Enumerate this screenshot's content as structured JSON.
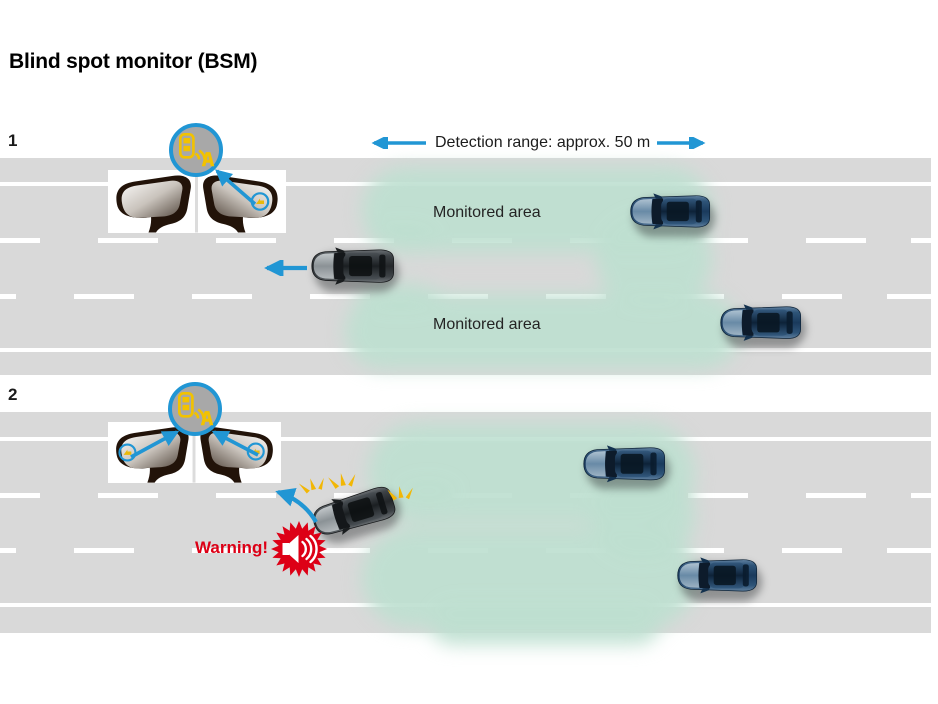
{
  "title": "Blind spot monitor (BSM)",
  "scene1": {
    "label": "1",
    "detection_range": "Detection range: approx. 50 m",
    "monitored_area_top": "Monitored area",
    "monitored_area_bottom": "Monitored area"
  },
  "scene2": {
    "label": "2",
    "warning": "Warning!"
  },
  "icons": {
    "bsm_indicator_callout": "gray circular badge, yellow car + radar waves symbol",
    "mirror_indicator_light": "small yellow BSM light in door mirror",
    "detection_range_arrows": "blue left/right range arrows",
    "direction_arrow": "blue straight travel arrow",
    "lane_change_arrow": "blue curved lane-change arrow",
    "turn_signal_flash": "yellow flashing rays",
    "audible_warning": "red starburst with white loudspeaker"
  },
  "colors": {
    "accent_blue": "#2196d4",
    "monitored_green": "#bedfd0",
    "warning_red": "#dd0016",
    "indicator_yellow": "#f2c200",
    "road_gray": "#d9d9d9"
  }
}
